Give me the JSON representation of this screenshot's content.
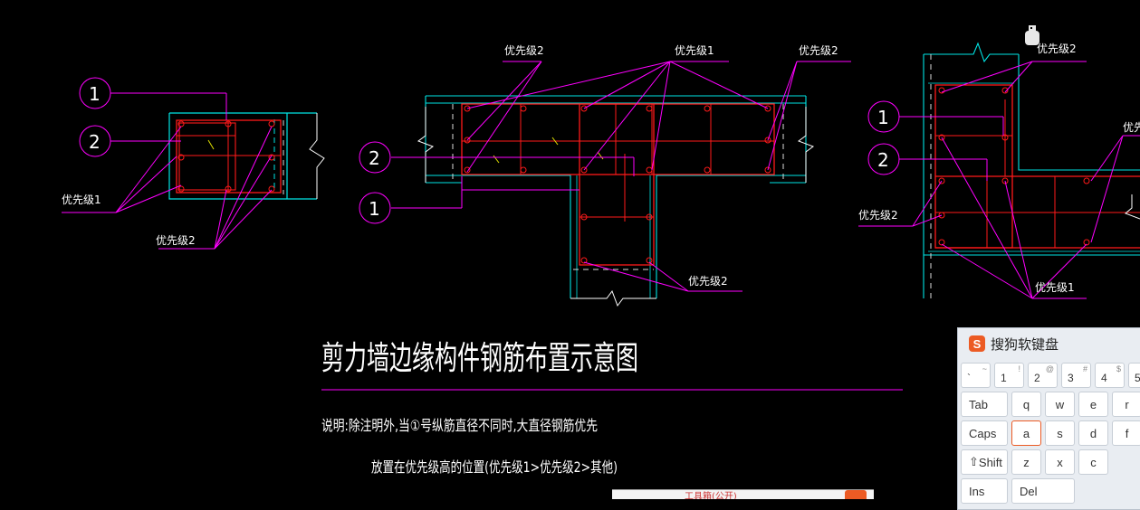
{
  "labels": {
    "priority1": "优先级1",
    "priority2": "优先级2",
    "circle1": "1",
    "circle2": "2"
  },
  "title": "剪力墙边缘构件钢筋布置示意图",
  "note_line1": "说明:除注明外,当①号纵筋直径不同时,大直径钢筋优先",
  "note_line2": "放置在优先级高的位置(优先级1>优先级2>其他)",
  "colors": {
    "background": "#000000",
    "concrete_outline": "#00e5e5",
    "rebar": "#ff1a1a",
    "leader": "#ff00ff",
    "text": "#ffffff",
    "tie": "#e0e000"
  },
  "keyboard": {
    "title": "搜狗软键盘",
    "row1": [
      {
        "main": "`",
        "shift": "~"
      },
      {
        "main": "1",
        "shift": "!"
      },
      {
        "main": "2",
        "shift": "@"
      },
      {
        "main": "3",
        "shift": "#"
      },
      {
        "main": "4",
        "shift": "$"
      },
      {
        "main": "5",
        "shift": ""
      }
    ],
    "row2": [
      "Tab",
      "q",
      "w",
      "e",
      "r"
    ],
    "row3": [
      "Caps",
      "a",
      "s",
      "d",
      "f"
    ],
    "row4": [
      "Shift",
      "z",
      "x",
      "c"
    ],
    "row5": [
      "Ins",
      "Del"
    ]
  },
  "taskbar": {
    "window_title": "工具箱(公开)"
  }
}
